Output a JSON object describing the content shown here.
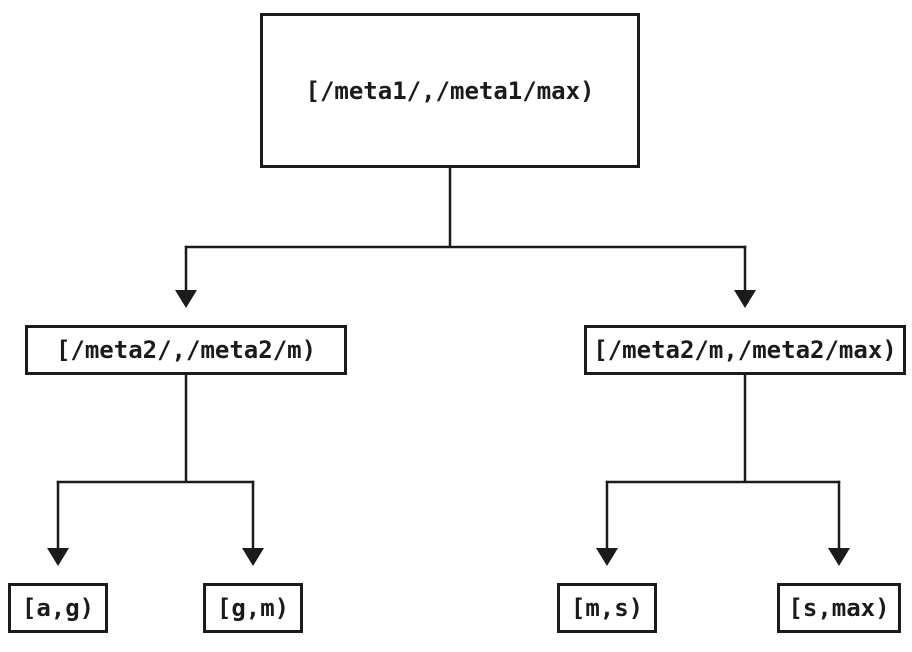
{
  "diagram": {
    "type": "tree",
    "background_color": "#ffffff",
    "line_color": "#1b1b1b",
    "box_border_color": "#1b1b1b",
    "text_color": "#1b1b1b",
    "root": {
      "label": "[/meta1/,/meta1/max)",
      "children": [
        {
          "label": "[/meta2/,/meta2/m)",
          "children": [
            {
              "label": "[a,g)"
            },
            {
              "label": "[g,m)"
            }
          ]
        },
        {
          "label": "[/meta2/m,/meta2/max)",
          "children": [
            {
              "label": "[m,s)"
            },
            {
              "label": "[s,max)"
            }
          ]
        }
      ]
    }
  }
}
